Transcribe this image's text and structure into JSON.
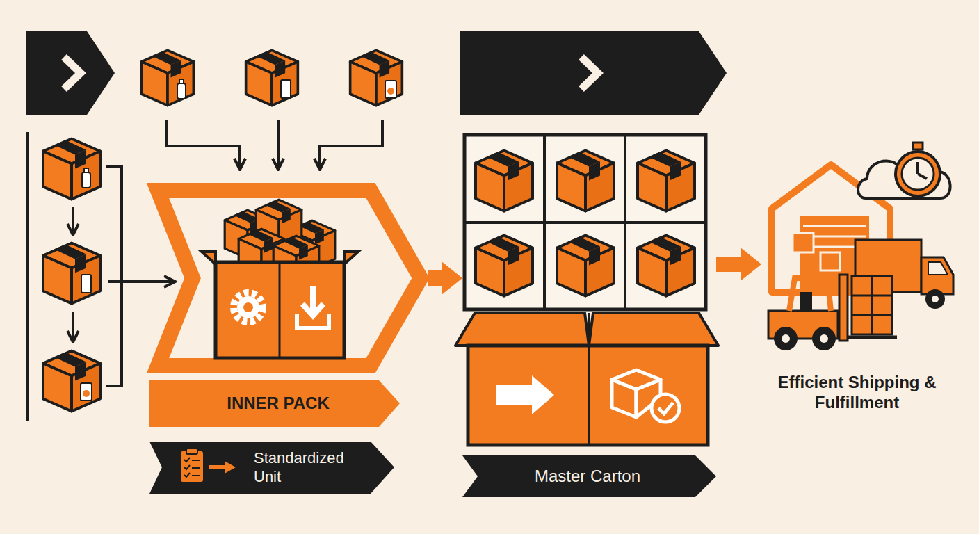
{
  "diagram": {
    "nodes": [
      {
        "text": [
          "INNER PACK"
        ]
      },
      {
        "text": [
          "Standardized Unit"
        ]
      },
      {
        "text": [
          "Master Carton"
        ]
      },
      {
        "text": [
          "Efficient Shipping & Fulfillment"
        ]
      }
    ],
    "edges": [
      {
        "from": 0,
        "to": 2,
        "arrow": "to"
      },
      {
        "from": 2,
        "to": 3,
        "arrow": "to"
      }
    ]
  }
}
